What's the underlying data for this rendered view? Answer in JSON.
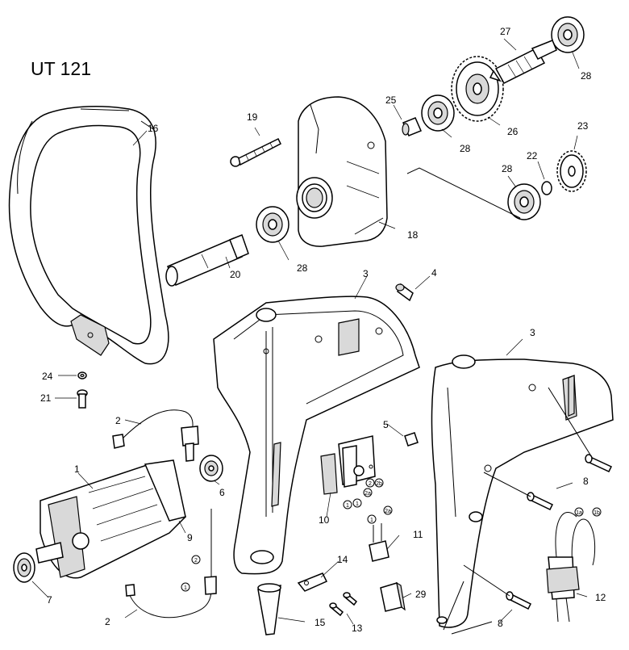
{
  "title": "UT 121",
  "callouts": [
    {
      "id": "c1",
      "text": "1"
    },
    {
      "id": "c2a",
      "text": "2"
    },
    {
      "id": "c2b",
      "text": "2"
    },
    {
      "id": "c3a",
      "text": "3"
    },
    {
      "id": "c3b",
      "text": "3"
    },
    {
      "id": "c4",
      "text": "4"
    },
    {
      "id": "c5",
      "text": "5"
    },
    {
      "id": "c6",
      "text": "6"
    },
    {
      "id": "c7",
      "text": "7"
    },
    {
      "id": "c8a",
      "text": "8"
    },
    {
      "id": "c8b",
      "text": "8"
    },
    {
      "id": "c9",
      "text": "9"
    },
    {
      "id": "c10",
      "text": "10"
    },
    {
      "id": "c11",
      "text": "11"
    },
    {
      "id": "c12",
      "text": "12"
    },
    {
      "id": "c13",
      "text": "13"
    },
    {
      "id": "c14",
      "text": "14"
    },
    {
      "id": "c15",
      "text": "15"
    },
    {
      "id": "c16",
      "text": "16"
    },
    {
      "id": "c18",
      "text": "18"
    },
    {
      "id": "c19",
      "text": "19"
    },
    {
      "id": "c20",
      "text": "20"
    },
    {
      "id": "c21",
      "text": "21"
    },
    {
      "id": "c22",
      "text": "22"
    },
    {
      "id": "c23",
      "text": "23"
    },
    {
      "id": "c24",
      "text": "24"
    },
    {
      "id": "c25",
      "text": "25"
    },
    {
      "id": "c26",
      "text": "26"
    },
    {
      "id": "c27",
      "text": "27"
    },
    {
      "id": "c28a",
      "text": "28"
    },
    {
      "id": "c28b",
      "text": "28"
    },
    {
      "id": "c28c",
      "text": "28"
    },
    {
      "id": "c28d",
      "text": "28"
    },
    {
      "id": "c29",
      "text": "29"
    }
  ],
  "terminal_marks": [
    "1",
    "2",
    "1",
    "2",
    "2a",
    "2b",
    "1a",
    "1b",
    "2a"
  ]
}
